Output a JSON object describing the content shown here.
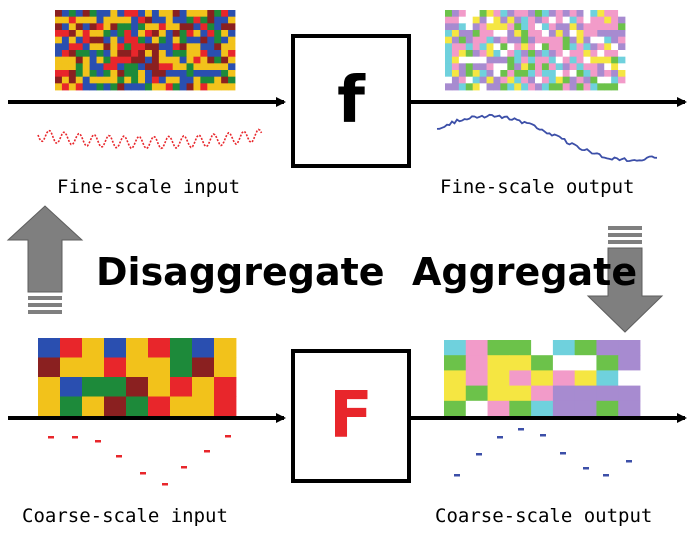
{
  "labels": {
    "fine_input": "Fine-scale input",
    "fine_output": "Fine-scale output",
    "coarse_input": "Coarse-scale input",
    "coarse_output": "Coarse-scale output",
    "disaggregate": "Disaggregate",
    "aggregate": "Aggregate"
  },
  "functions": {
    "fine": "f",
    "coarse": "F"
  },
  "colors": {
    "fine_function_text": "#000000",
    "coarse_function_text": "#e8262b",
    "fine_input_wave": "#e8262b",
    "fine_output_wave": "#3c4fa8",
    "coarse_input_dashes": "#e8262b",
    "coarse_output_dashes": "#3c4fa8",
    "arrow_block": "#7f7f7f",
    "input_palette": [
      "#f2c21b",
      "#e8262b",
      "#2a4fb0",
      "#1d8a3a",
      "#8a2020",
      "#f2c21b",
      "#2a4fb0"
    ],
    "output_palette": [
      "#a78bd0",
      "#f29bc9",
      "#6fd1dd",
      "#6cc24a",
      "#f5e642",
      "#ffffff",
      "#a78bd0",
      "#f29bc9"
    ]
  }
}
